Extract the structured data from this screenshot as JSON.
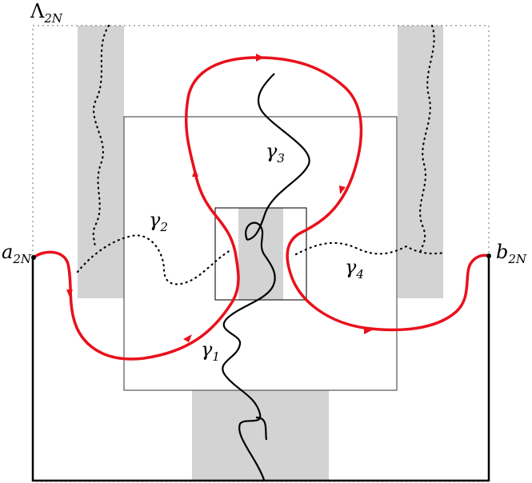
{
  "labels": {
    "lambda": {
      "main": "Λ",
      "sub": "2N"
    },
    "a": {
      "main": "a",
      "sub": "2N"
    },
    "b": {
      "main": "b",
      "sub": "2N"
    },
    "gamma1": {
      "main": "γ",
      "sub": "1"
    },
    "gamma2": {
      "main": "γ",
      "sub": "2"
    },
    "gamma3": {
      "main": "γ",
      "sub": "3"
    },
    "gamma4": {
      "main": "γ",
      "sub": "4"
    }
  },
  "colors": {
    "shade": "#d3d3d3",
    "red_path": "#e8111c",
    "ink": "#000000",
    "frame": "#555555",
    "dotted_frame": "#888888"
  }
}
